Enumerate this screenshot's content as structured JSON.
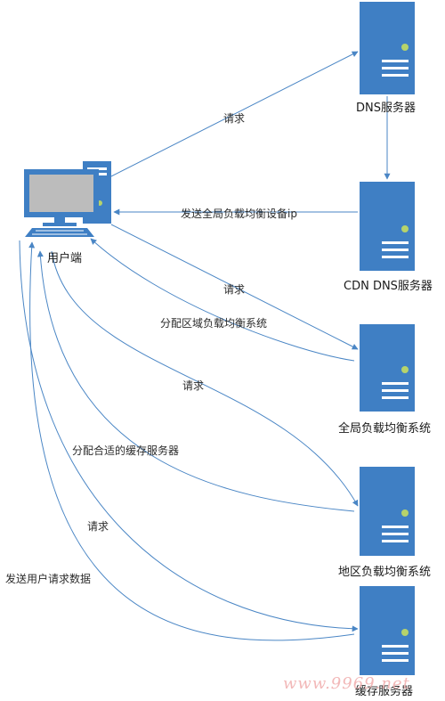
{
  "diagram": {
    "client_label": "用户端",
    "nodes": [
      {
        "id": "dns",
        "label": "DNS服务器",
        "icon": "server-icon"
      },
      {
        "id": "cdn",
        "label": "CDN DNS服务器",
        "icon": "server-icon"
      },
      {
        "id": "glb",
        "label": "全局负载均衡系统",
        "icon": "server-icon"
      },
      {
        "id": "rlb",
        "label": "地区负载均衡系统",
        "icon": "server-icon"
      },
      {
        "id": "cache",
        "label": "缓存服务器",
        "icon": "server-icon"
      }
    ],
    "edges": [
      {
        "id": "e1",
        "label": "请求"
      },
      {
        "id": "e2",
        "label": "发送全局负载均衡设备ip"
      },
      {
        "id": "e3",
        "label": "请求"
      },
      {
        "id": "e4",
        "label": "分配区域负载均衡系统"
      },
      {
        "id": "e5",
        "label": "请求"
      },
      {
        "id": "e6",
        "label": "分配合适的缓存服务器"
      },
      {
        "id": "e7",
        "label": "请求"
      },
      {
        "id": "e8",
        "label": "发送用户请求数据"
      }
    ],
    "colors": {
      "line": "#4a86c5",
      "server": "#3f7fc4",
      "dot": "#b6d36b"
    }
  },
  "watermark": "www.9969.net"
}
